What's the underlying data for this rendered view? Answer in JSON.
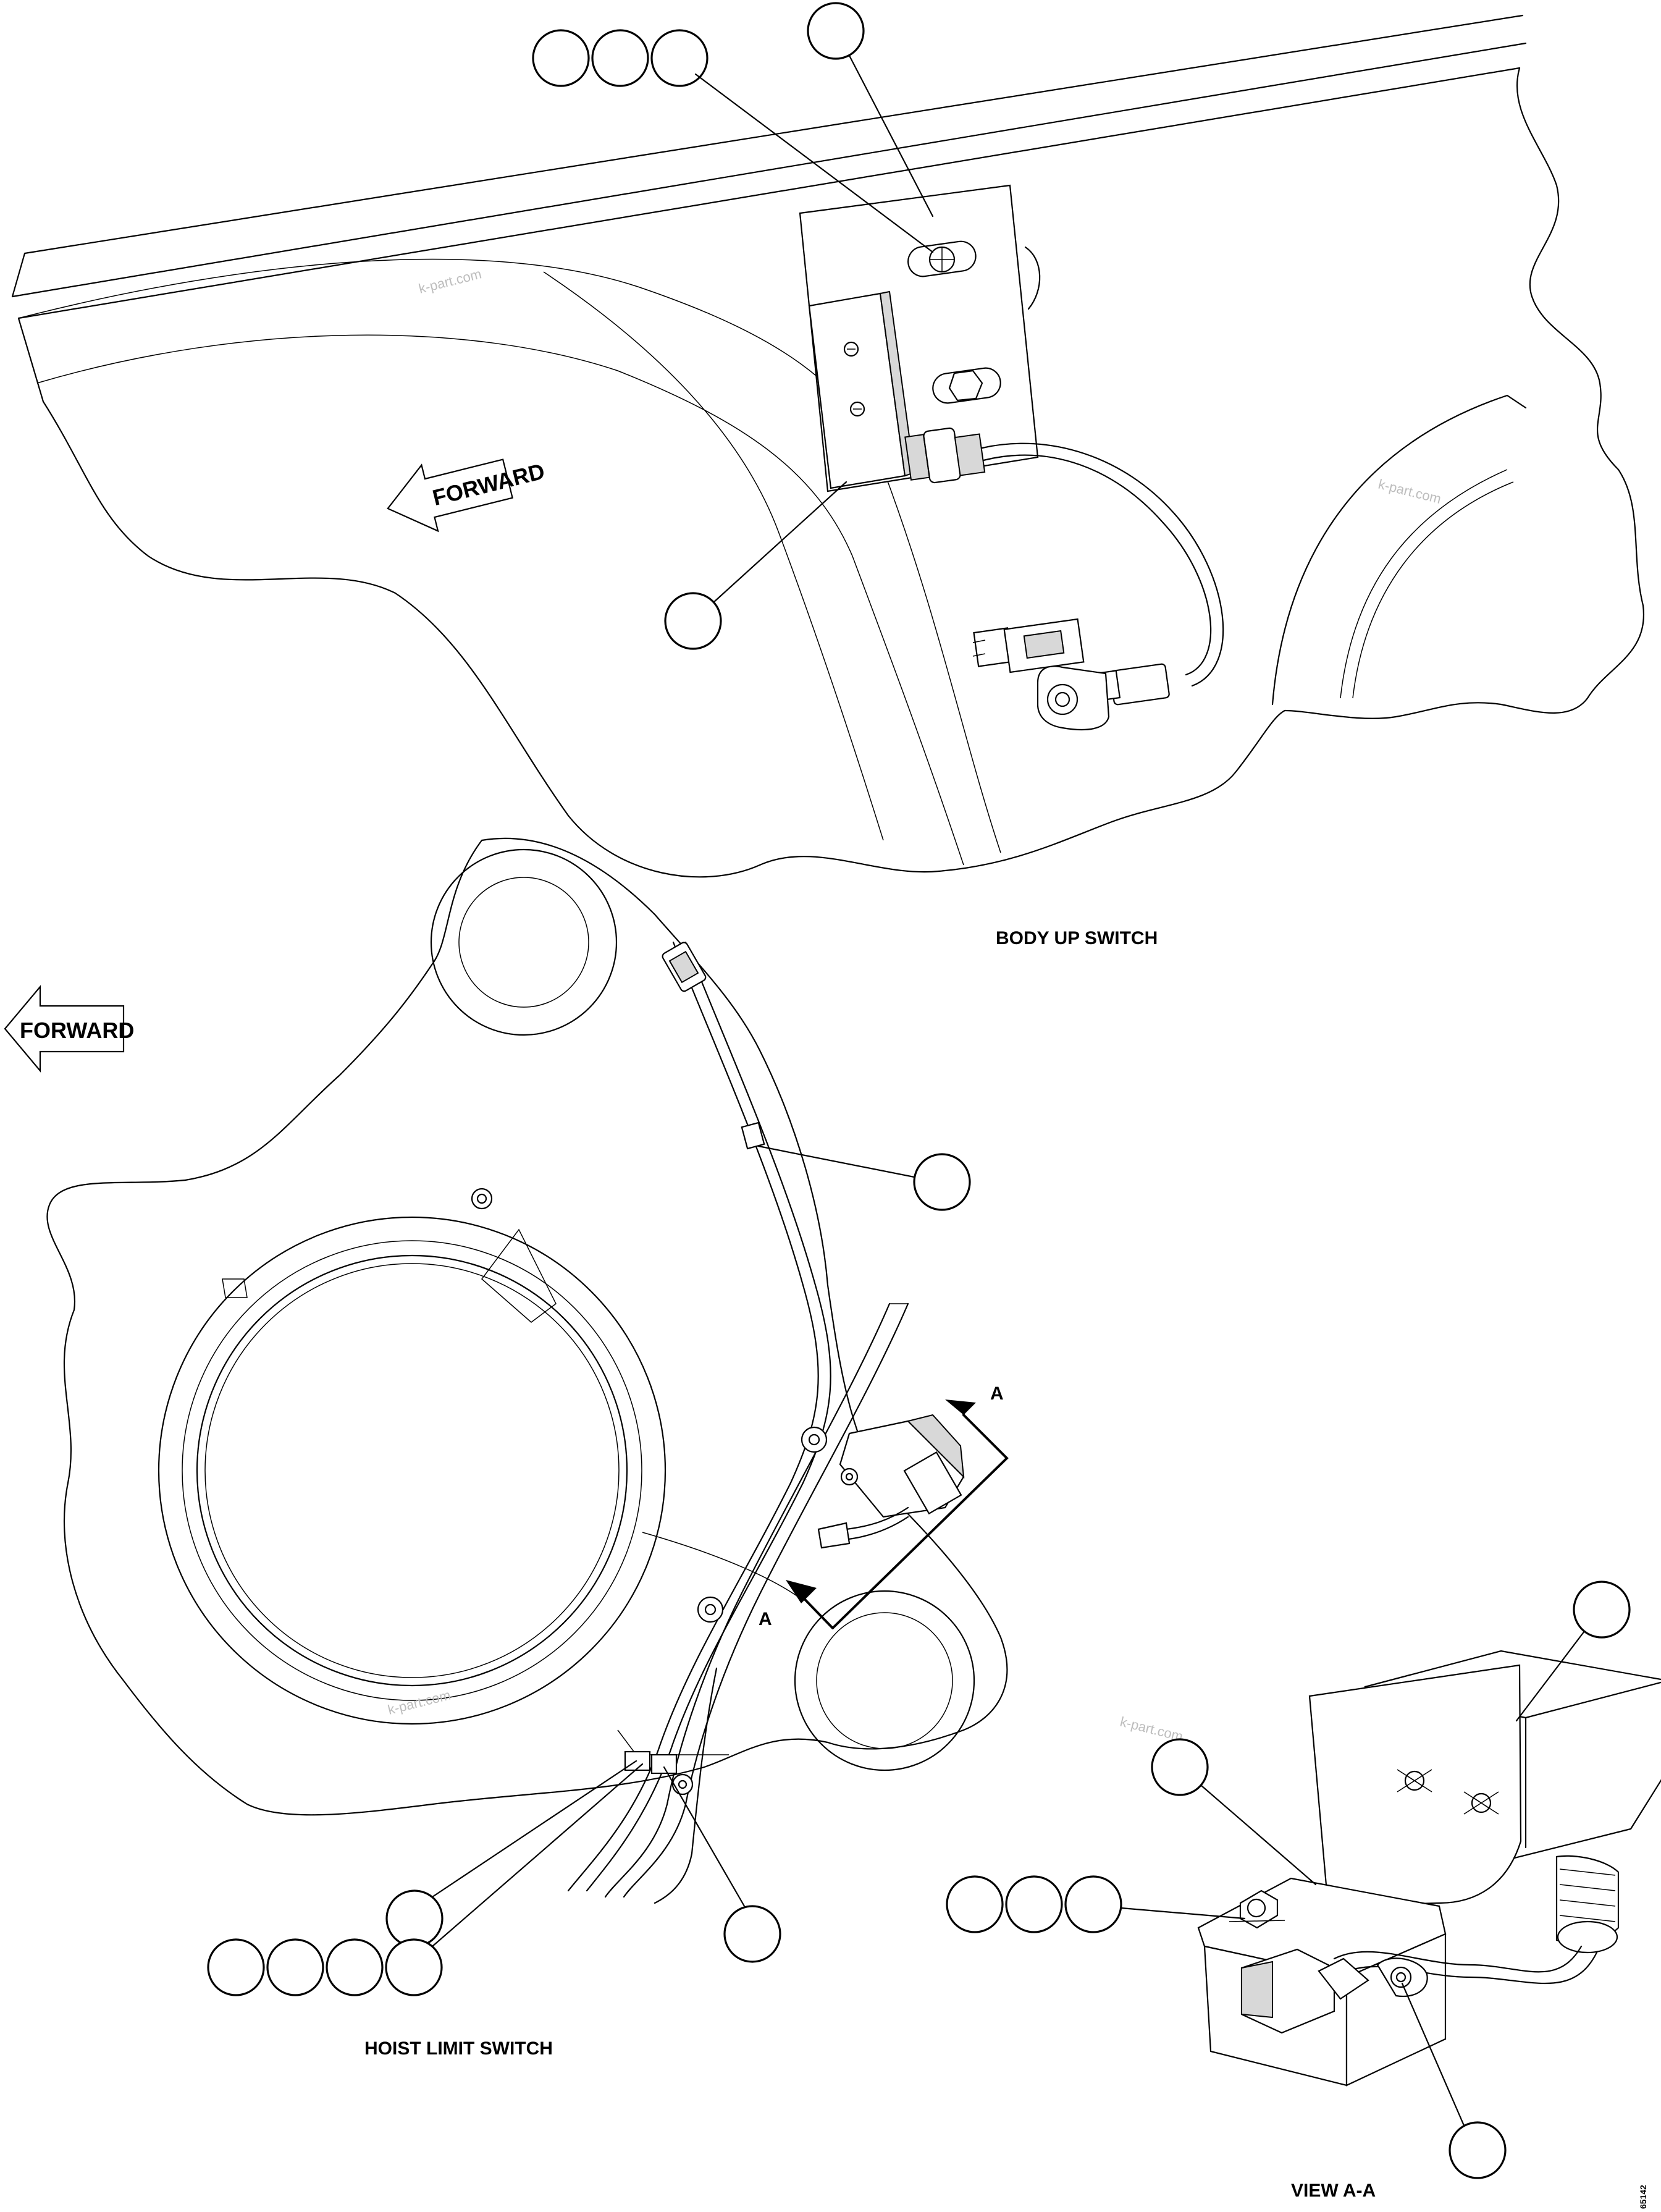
{
  "labels": {
    "forward_top": "FORWARD",
    "forward_left": "FORWARD",
    "body_up_switch": "BODY UP SWITCH",
    "hoist_limit_switch": "HOIST LIMIT SWITCH",
    "view_aa": "VIEW A-A",
    "section_a_top": "A",
    "section_a_bottom": "A",
    "figure_ref": "65142"
  },
  "watermark": {
    "text": "k-part.com"
  },
  "colors": {
    "line": "#000000",
    "background": "#ffffff",
    "watermark": "#bdbdbd",
    "shade": "#d8d8d8"
  }
}
